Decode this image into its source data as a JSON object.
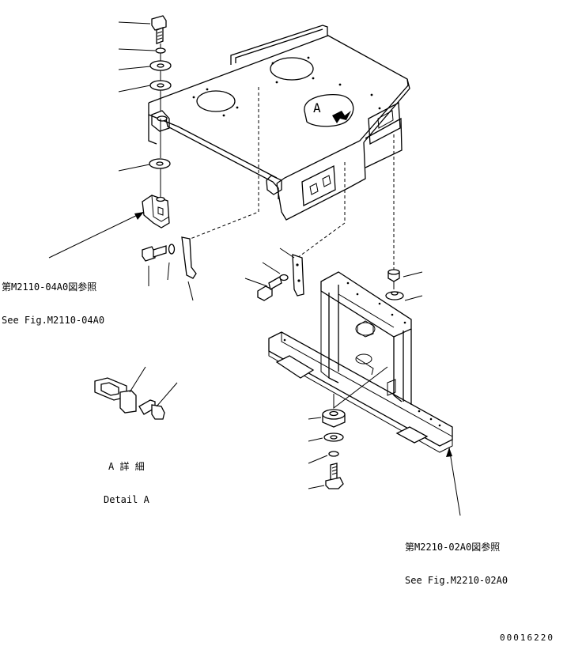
{
  "callouts": {
    "ref_m2110": {
      "jp": "第M2110-04A0図参照",
      "en": "See Fig.M2110-04A0"
    },
    "ref_m2210": {
      "jp": "第M2210-02A0図参照",
      "en": "See Fig.M2210-02A0"
    },
    "detail_a": {
      "jp": "A 詳 細",
      "en": "Detail A"
    }
  },
  "view_marker": "A",
  "drawing_number": "00016220"
}
